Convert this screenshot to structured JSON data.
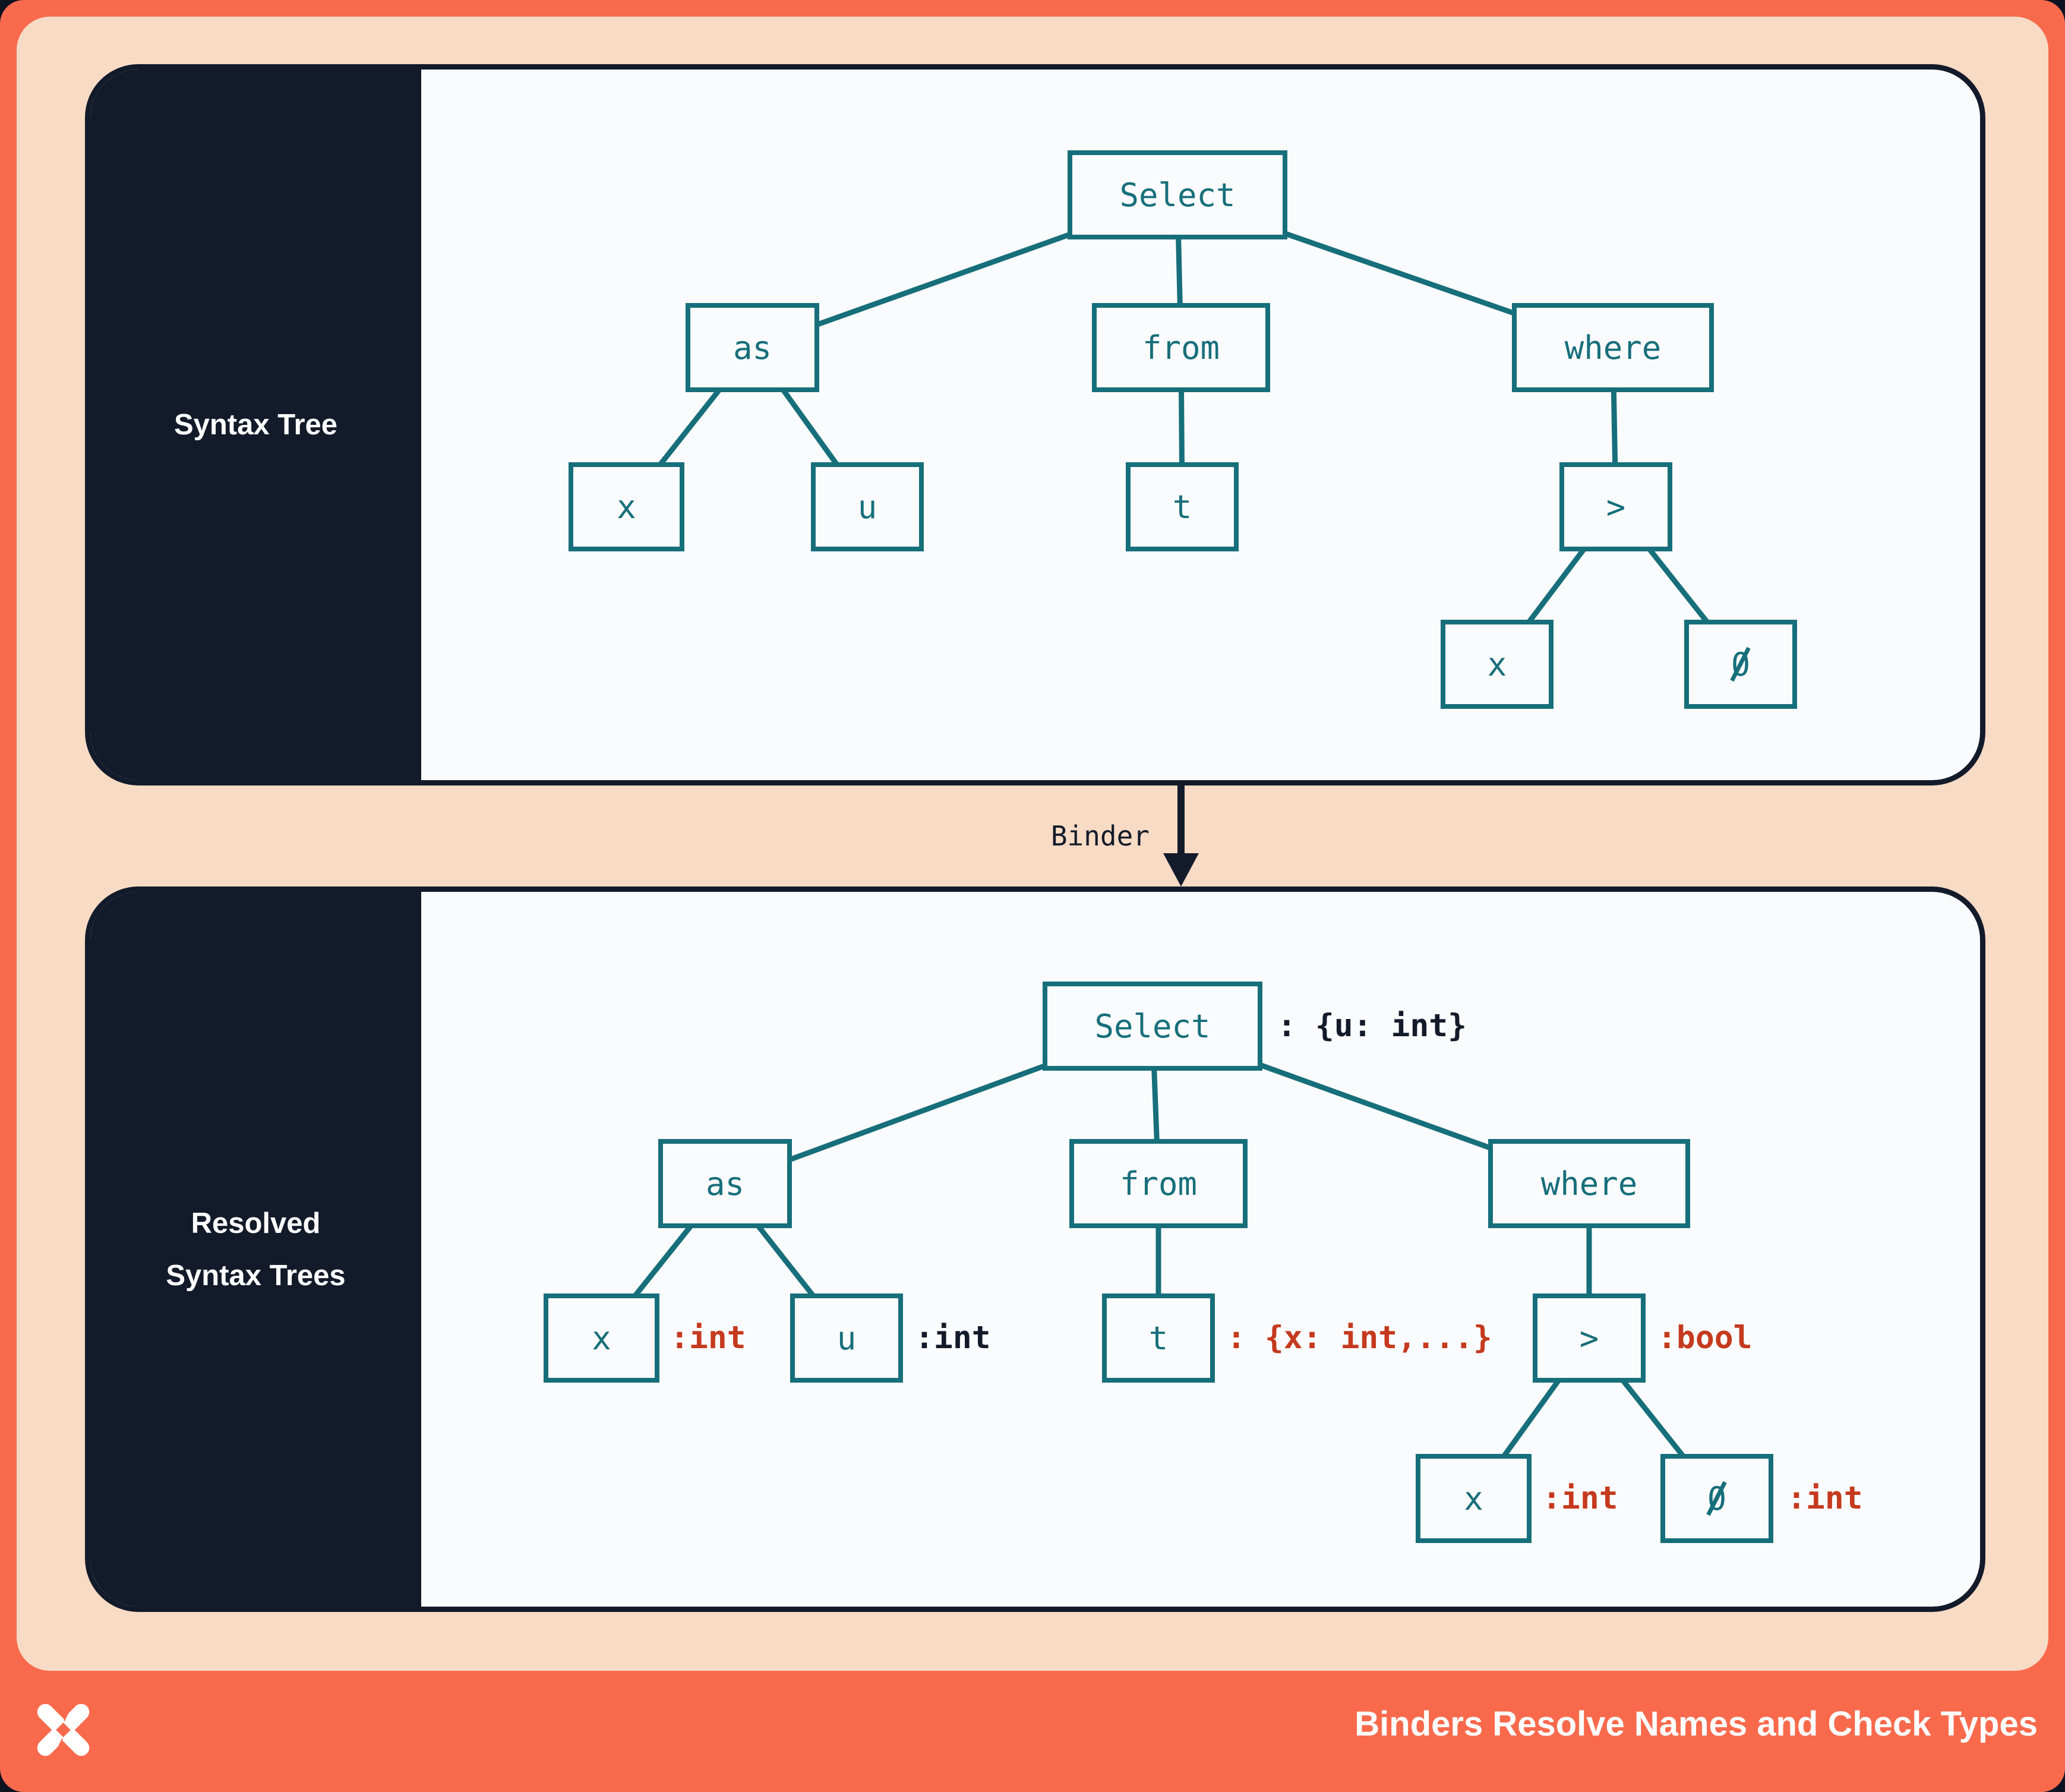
{
  "colors": {
    "coral": "#F96A4D",
    "peach": "#F8DBC5",
    "navy": "#131B2A",
    "teal": "#166F7A",
    "red_annotation": "#C53A1E",
    "panel_bg": "#FAFBFC"
  },
  "top_panel": {
    "sidebar_label": "Syntax Tree",
    "nodes": {
      "select": "Select",
      "as_": "as",
      "from_": "from",
      "where_": "where",
      "x": "x",
      "u": "u",
      "t": "t",
      "gt": ">",
      "x2": "x",
      "zero": "0"
    }
  },
  "binder": {
    "label": "Binder"
  },
  "bottom_panel": {
    "sidebar_label_line1": "Resolved",
    "sidebar_label_line2": "Syntax Trees",
    "nodes": {
      "select": "Select",
      "as_": "as",
      "from_": "from",
      "where_": "where",
      "x": "x",
      "u": "u",
      "t": "t",
      "gt": ">",
      "x2": "x",
      "zero": "0"
    },
    "annotations": {
      "select": ": {u: int}",
      "x": ":int",
      "u": ":int",
      "t": ": {x: int,...}",
      "gt": ":bool",
      "x2": ":int",
      "zero": ":int"
    }
  },
  "footer": {
    "title": "Binders Resolve Names and Check Types",
    "logo": "x-mark-logo"
  }
}
